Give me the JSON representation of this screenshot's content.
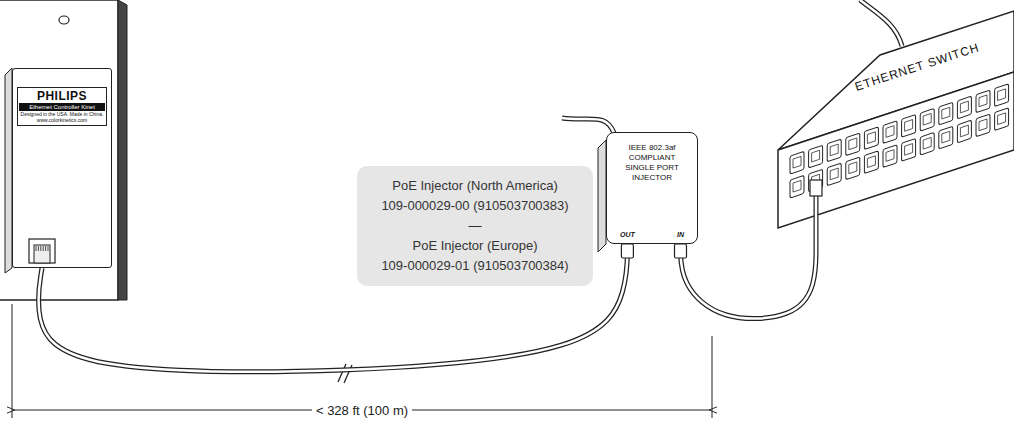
{
  "diagram": {
    "nodes": [
      {
        "text": [
          "PHILIPS",
          "Ethernet Controller Kinet",
          "Designed in the USA. Made in China.",
          "www.colorkinetics.com"
        ]
      },
      {
        "text": [
          "IEEE 802.3af COMPLIANT SINGLE PORT INJECTOR",
          "OUT",
          "IN"
        ]
      },
      {
        "text": [
          "ETHERNET SWITCH"
        ]
      },
      {
        "text": [
          "PoE Injector (North America)",
          "109-000029-00 (910503700383)",
          "—",
          "PoE Injector (Europe)",
          "109-000029-01 (910503700384)"
        ]
      }
    ],
    "edges": [
      {
        "from": 0,
        "to": 1,
        "arrow": "none"
      },
      {
        "from": 1,
        "to": 2,
        "arrow": "none"
      }
    ],
    "labels": [
      "< 328 ft (100 m)"
    ]
  }
}
